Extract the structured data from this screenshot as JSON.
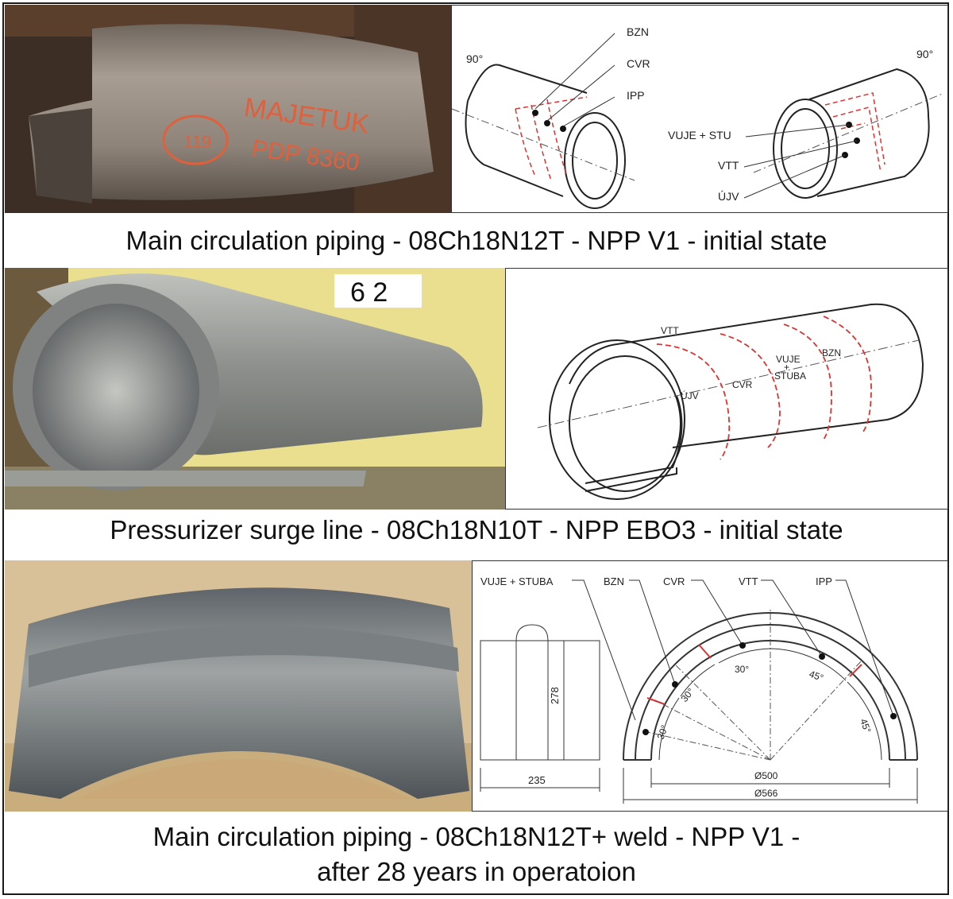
{
  "captions": {
    "row1": "Main circulation piping - 08Ch18N12T - NPP V1 - initial state",
    "row2": "Pressurizer surge line - 08Ch18N10T - NPP EBO3 - initial state",
    "row3_line1": "Main circulation piping - 08Ch18N12T+ weld - NPP V1 -",
    "row3_line2": "after 28 years in operatoion"
  },
  "photo1": {
    "marking_text": "MAJETUK",
    "marking_number": "PDP 8360",
    "marking_circle": "119"
  },
  "photo2": {
    "tag": "6 2"
  },
  "diagram1": {
    "angle_left": "90°",
    "angle_right": "90°",
    "labels_left": [
      "BZN",
      "CVR",
      "IPP"
    ],
    "labels_right": [
      "VUJE + STU",
      "VTT",
      "ÚJV"
    ]
  },
  "diagram2": {
    "labels": [
      "VTT",
      "ÚJV",
      "CVR",
      "VUJE",
      "+",
      "STUBA",
      "BZN"
    ]
  },
  "diagram3": {
    "top_labels": [
      "VUJE + STUBA",
      "BZN",
      "CVR",
      "VTT",
      "IPP"
    ],
    "height_dim": "278",
    "width_dim": "235",
    "angles": [
      "30°",
      "30°",
      "30°",
      "45°",
      "45°"
    ],
    "inner_diameter": "Ø500",
    "outer_diameter": "Ø566"
  }
}
